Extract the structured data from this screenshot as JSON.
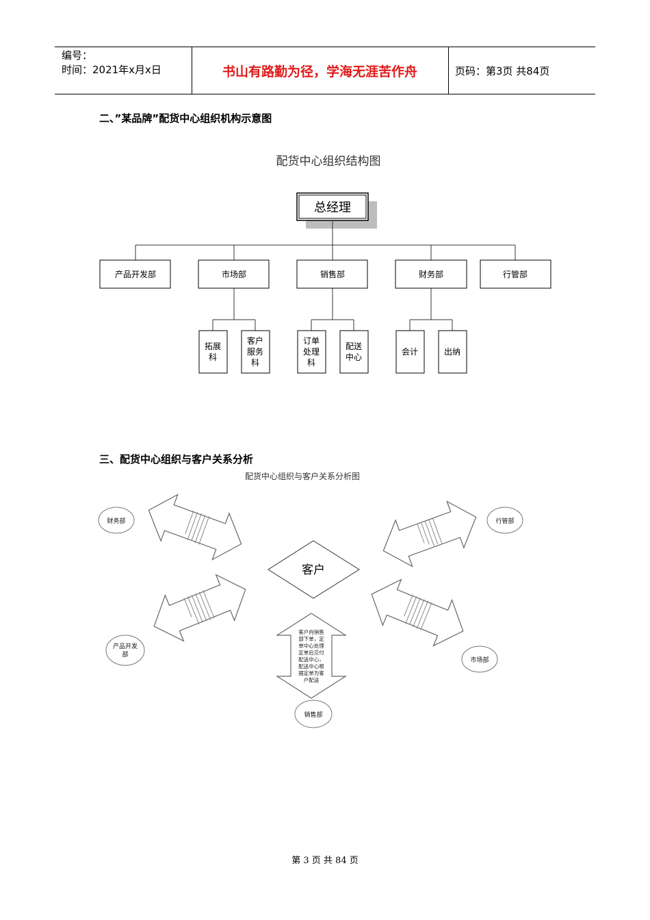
{
  "header": {
    "number_label": "编号：",
    "time_label": "时间：2021年x月x日",
    "motto": "书山有路勤为径，学海无涯苦作舟",
    "page_label": "页码：第3页  共84页"
  },
  "section2": {
    "title": "二、”某品牌”配货中心组织机构示意图",
    "chart_title": "配货中心组织结构图",
    "top": "总经理",
    "departments": [
      "产品开发部",
      "市场部",
      "销售部",
      "财务部",
      "行管部"
    ],
    "sub_market": [
      [
        "拓展",
        "科"
      ],
      [
        "客户",
        "服务",
        "科"
      ]
    ],
    "sub_sales": [
      [
        "订单",
        "处理",
        "科"
      ],
      [
        "配送",
        "中心"
      ]
    ],
    "sub_finance": [
      [
        "会计"
      ],
      [
        "出纳"
      ]
    ]
  },
  "section3": {
    "title": "三、配货中心组织与客户关系分析",
    "chart_title": "配货中心组织与客户关系分析图",
    "center": "客户",
    "circles": {
      "finance": "财务部",
      "admin": "行管部",
      "product": [
        "产品开发",
        "部"
      ],
      "market": "市场部",
      "sales": "销售部"
    },
    "sales_arrow_text": [
      "客户向销售",
      "部下单，定",
      "单中心处理",
      "定单后交付",
      "配送中心，",
      "配送中心根",
      "据定单为客",
      "户配送"
    ]
  },
  "footer": "第 3 页 共 84 页"
}
